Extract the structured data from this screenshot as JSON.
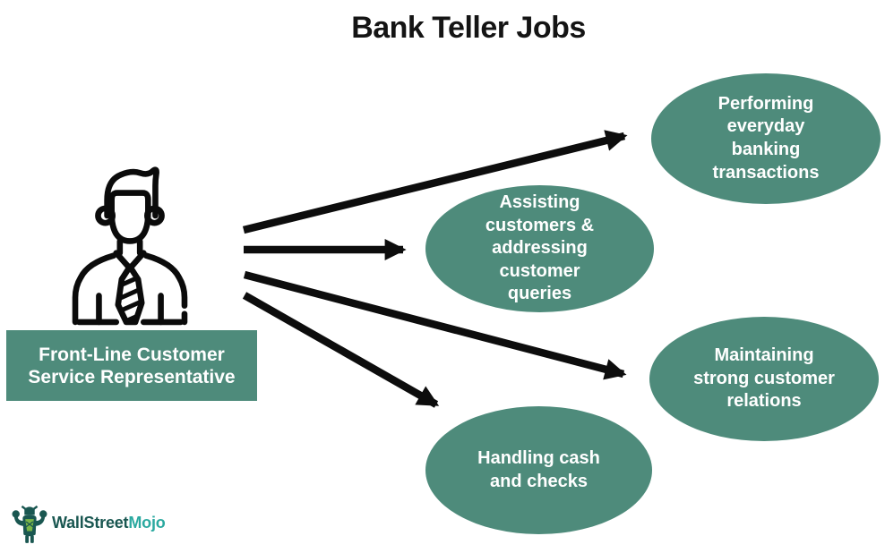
{
  "title": "Bank Teller Jobs",
  "actor": {
    "label": "Front-Line Customer\nService Representative",
    "icon": "businessman-with-tie"
  },
  "jobs": [
    {
      "id": "performing",
      "label": "Performing\neveryday\nbanking\ntransactions"
    },
    {
      "id": "assisting",
      "label": "Assisting\ncustomers &\naddressing\ncustomer\nqueries"
    },
    {
      "id": "maintaining",
      "label": "Maintaining\nstrong customer\nrelations"
    },
    {
      "id": "handling",
      "label": "Handling cash\nand checks"
    }
  ],
  "logo": {
    "brand_primary": "WallStreet",
    "brand_secondary": "Mojo",
    "mascot": "flexing-bull-mascot"
  },
  "colors": {
    "node_fill": "#4e8b7b",
    "node_text": "#ffffff",
    "arrow": "#0d0d0d",
    "title_text": "#141414",
    "logo_primary": "#1a5751",
    "logo_secondary": "#2ba9a0",
    "background": "#ffffff"
  }
}
